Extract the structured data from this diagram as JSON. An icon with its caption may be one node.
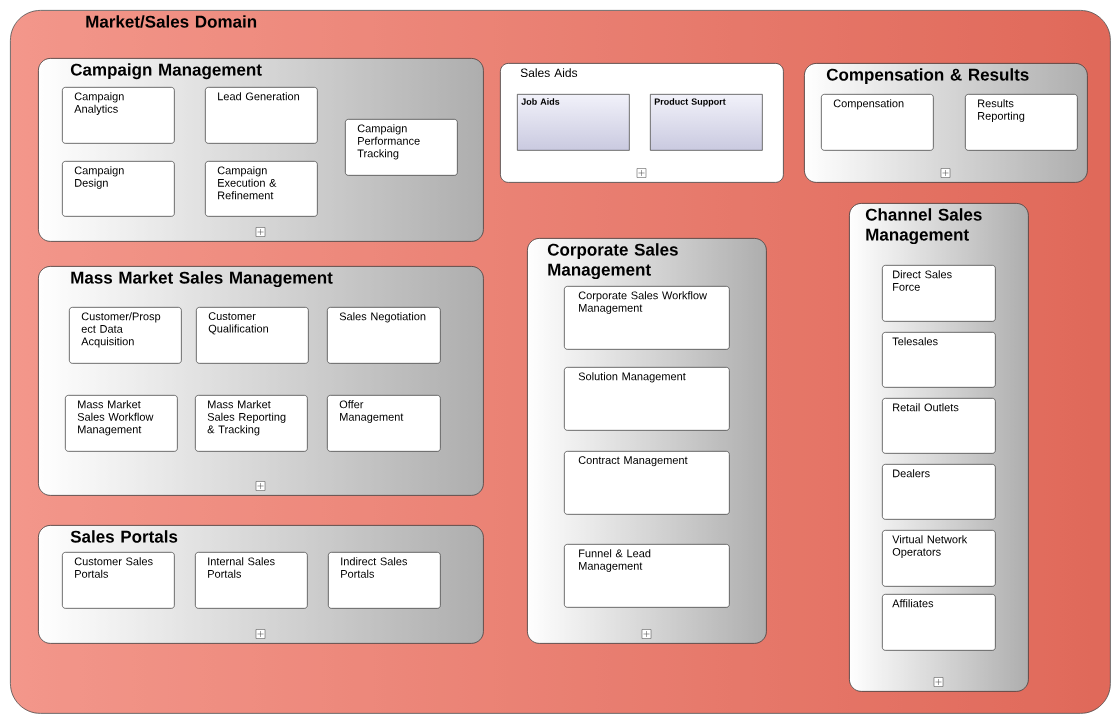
{
  "diagram": {
    "nodes": [
      {
        "text": [
          "Market/Sales Domain"
        ]
      },
      {
        "text": [
          "Campaign Management"
        ],
        "in": 0
      },
      {
        "text": [
          "Campaign Analytics"
        ],
        "in": 1
      },
      {
        "text": [
          "Lead Generation"
        ],
        "in": 1
      },
      {
        "text": [
          "Campaign Performance Tracking"
        ],
        "in": 1
      },
      {
        "text": [
          "Campaign Design"
        ],
        "in": 1
      },
      {
        "text": [
          "Campaign Execution & Refinement"
        ],
        "in": 1
      },
      {
        "text": [
          "Sales Aids"
        ],
        "in": 0
      },
      {
        "text": [
          "Job Aids"
        ],
        "in": 7
      },
      {
        "text": [
          "Product Support"
        ],
        "in": 7
      },
      {
        "text": [
          "Compensation & Results"
        ],
        "in": 0
      },
      {
        "text": [
          "Compensation"
        ],
        "in": 10
      },
      {
        "text": [
          "Results Reporting"
        ],
        "in": 10
      },
      {
        "text": [
          "Mass Market Sales Management"
        ],
        "in": 0
      },
      {
        "text": [
          "Customer/Prosp ect Data Acquisition"
        ],
        "in": 13
      },
      {
        "text": [
          "Customer Qualification"
        ],
        "in": 13
      },
      {
        "text": [
          "Sales Negotiation"
        ],
        "in": 13
      },
      {
        "text": [
          "Mass Market Sales Workflow Management"
        ],
        "in": 13
      },
      {
        "text": [
          "Mass Market Sales Reporting & Tracking"
        ],
        "in": 13
      },
      {
        "text": [
          "Offer Management"
        ],
        "in": 13
      },
      {
        "text": [
          "Sales Portals"
        ],
        "in": 0
      },
      {
        "text": [
          "Customer Sales Portals"
        ],
        "in": 20
      },
      {
        "text": [
          "Internal Sales Portals"
        ],
        "in": 20
      },
      {
        "text": [
          "Indirect Sales Portals"
        ],
        "in": 20
      },
      {
        "text": [
          "Corporate Sales Management"
        ],
        "in": 0
      },
      {
        "text": [
          "Corporate Sales Workflow Management"
        ],
        "in": 24
      },
      {
        "text": [
          "Solution Management"
        ],
        "in": 24
      },
      {
        "text": [
          "Contract Management"
        ],
        "in": 24
      },
      {
        "text": [
          "Funnel & Lead Management"
        ],
        "in": 24
      },
      {
        "text": [
          "Channel Sales Management"
        ],
        "in": 0
      },
      {
        "text": [
          "Direct Sales Force"
        ],
        "in": 29
      },
      {
        "text": [
          "Telesales"
        ],
        "in": 29
      },
      {
        "text": [
          "Retail Outlets"
        ],
        "in": 29
      },
      {
        "text": [
          "Dealers"
        ],
        "in": 29
      },
      {
        "text": [
          "Virtual Network Operators"
        ],
        "in": 29
      },
      {
        "text": [
          "Affiliates"
        ],
        "in": 29
      }
    ]
  }
}
